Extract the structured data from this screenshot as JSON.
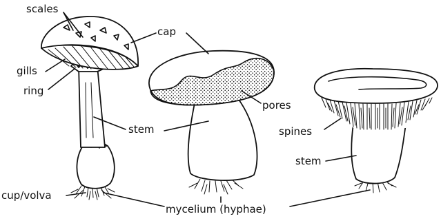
{
  "labels": {
    "scales": "scales",
    "cap": "cap",
    "gills": "gills",
    "ring": "ring",
    "stem_left": "stem",
    "cup_volva": "cup/volva",
    "pores": "pores",
    "spines": "spines",
    "stem_right": "stem",
    "mycelium": "mycelium (hyphae)"
  }
}
